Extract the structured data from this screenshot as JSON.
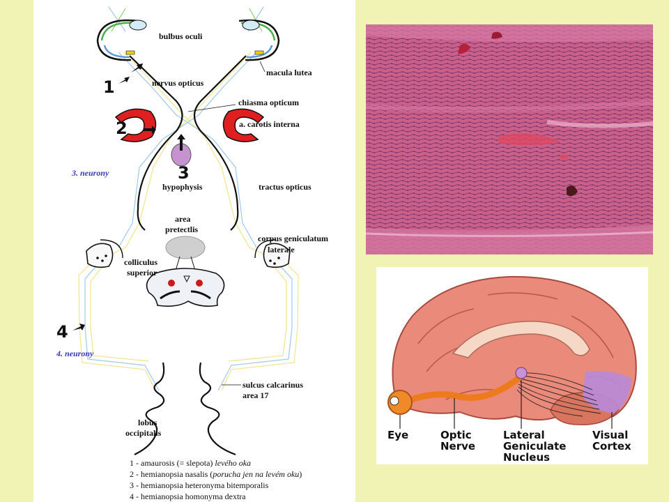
{
  "diagram": {
    "labels": {
      "bulbus": "bulbus oculi",
      "macula": "macula lutea",
      "nervus": "nervus opticus",
      "chiasma": "chiasma opticum",
      "carotis": "a. carotis interna",
      "neurony3": "3. neurony",
      "hypophysis": "hypophysis",
      "tractus": "tractus opticus",
      "area_1": "area",
      "area_2": "pretectlis",
      "corpus_1": "corpus geniculatum",
      "corpus_2": "laterale",
      "colliculus_1": "colliculus",
      "colliculus_2": "superior",
      "neurony4": "4. neurony",
      "sulcus_1": "sulcus calcarinus",
      "sulcus_2": "area 17",
      "lobus_1": "lobus",
      "lobus_2": "occipitalis"
    },
    "markers": {
      "m1": "1",
      "m2": "2",
      "m3": "3",
      "m4": "4"
    },
    "legend": [
      {
        "prefix": "1 - amaurosis (= slepota) ",
        "italic": "levého oka",
        "suffix": ""
      },
      {
        "prefix": "2 - hemianopsia nasalis (",
        "italic": "porucha jen na levém oku",
        "suffix": ")"
      },
      {
        "prefix": "3 - hemianopsia heteronyma bitemporalis",
        "italic": "",
        "suffix": ""
      },
      {
        "prefix": "4 - hemianopsia homonyma dextra",
        "italic": "",
        "suffix": ""
      }
    ]
  },
  "brain": {
    "labels": {
      "eye": "Eye",
      "optic_1": "Optic",
      "optic_2": "Nerve",
      "lgn_1": "Lateral",
      "lgn_2": "Geniculate",
      "lgn_3": "Nucleus",
      "visual_1": "Visual",
      "visual_2": "Cortex"
    }
  },
  "colors": {
    "background": "#f0f3b4",
    "artery_red": "#e02020",
    "tissue_pink": "#c95a84",
    "brain_pink": "#e98a7a",
    "optic_orange": "#ee7a1e",
    "cortex_purple": "#b88ad8",
    "neuron_label_blue": "#3a3ab8"
  }
}
